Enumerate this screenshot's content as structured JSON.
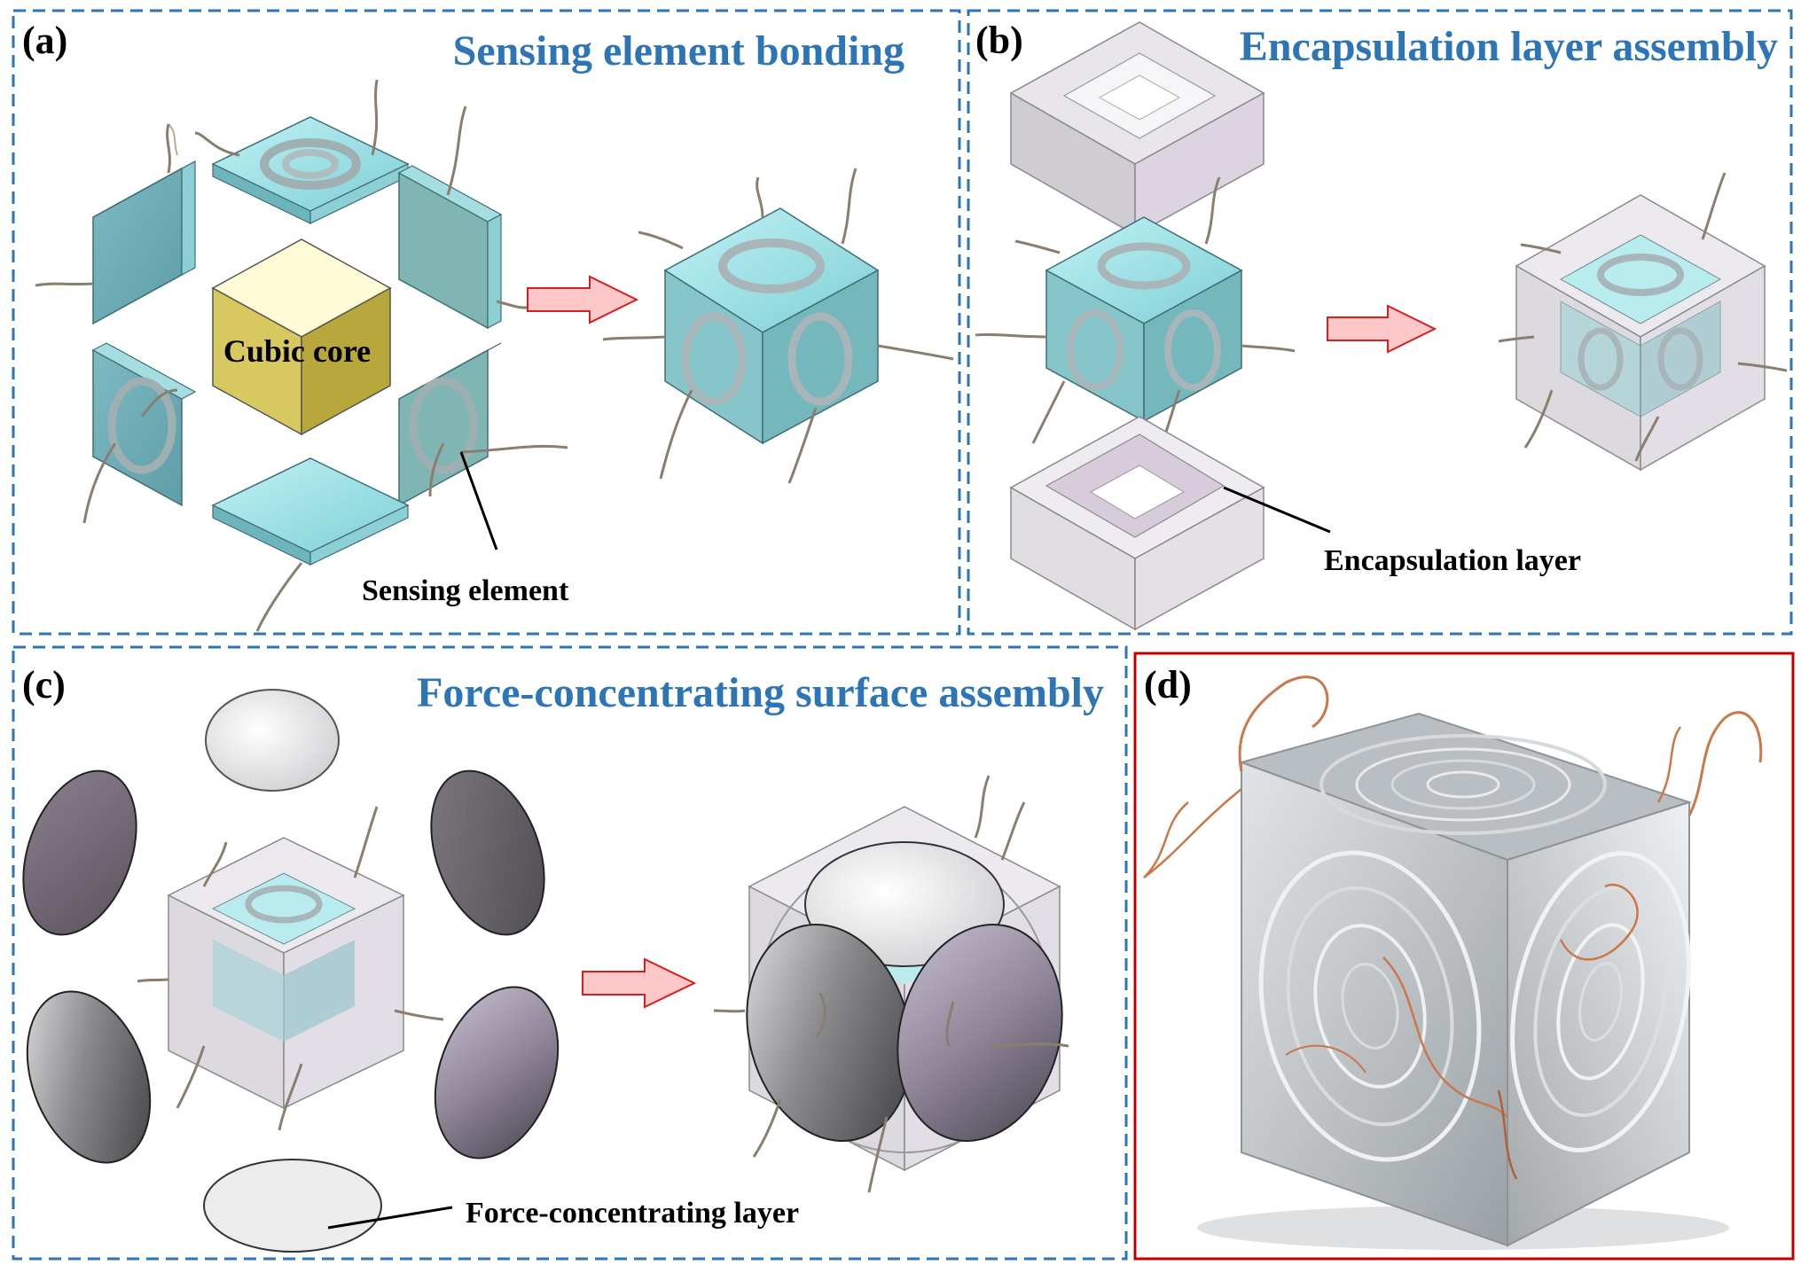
{
  "panels": {
    "a": {
      "label": "(a)",
      "title": "Sensing element bonding",
      "core_label": "Cubic core",
      "callout": "Sensing element"
    },
    "b": {
      "label": "(b)",
      "title": "Encapsulation layer assembly",
      "callout": "Encapsulation layer"
    },
    "c": {
      "label": "(c)",
      "title": "Force-concentrating surface assembly",
      "callout": "Force-concentrating layer"
    },
    "d": {
      "label": "(d)"
    }
  },
  "colors": {
    "title_blue": "#2e75b6",
    "dashed_frame": "#2e75b6",
    "photo_frame": "#c00000",
    "arrow_fill": "#ffc8c8",
    "arrow_stroke": "#d42020",
    "teal_glass": "#9fdfe3",
    "core_top": "#fffbd6",
    "core_left": "#c8b44e",
    "core_right": "#b8a73a",
    "copper_wire": "#c8784a"
  }
}
